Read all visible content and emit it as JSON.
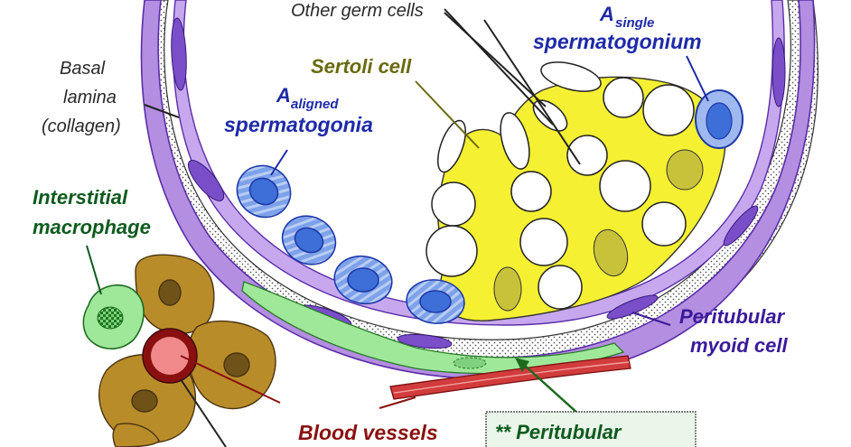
{
  "labels": {
    "other_germ_cells": "Other germ cells",
    "a_single_main": "A",
    "a_single_sub": "single",
    "a_single_line2": "spermatogonium",
    "basal_lamina_1": "Basal",
    "basal_lamina_2": "lamina",
    "basal_lamina_3": "(collagen)",
    "sertoli_cell": "Sertoli cell",
    "a_aligned_main": "A",
    "a_aligned_sub": "aligned",
    "a_aligned_line2": "spermatogonia",
    "interstitial_1": "Interstitial",
    "interstitial_2": "macrophage",
    "peritubular_1": "Peritubular",
    "peritubular_2": "myoid cell",
    "blood_vessels": "Blood vessels",
    "peritubular_box": "** Peritubular"
  },
  "colors": {
    "membrane": "#b48ee0",
    "membrane_dark": "#7a4ec8",
    "sertoli": "#f5f032",
    "spermatogonia": "#5a86e0",
    "macrophage": "#8ed88e",
    "leydig": "#b98c2a",
    "vessel": "#d23c3c",
    "box_fill": "#eaf6ea"
  }
}
